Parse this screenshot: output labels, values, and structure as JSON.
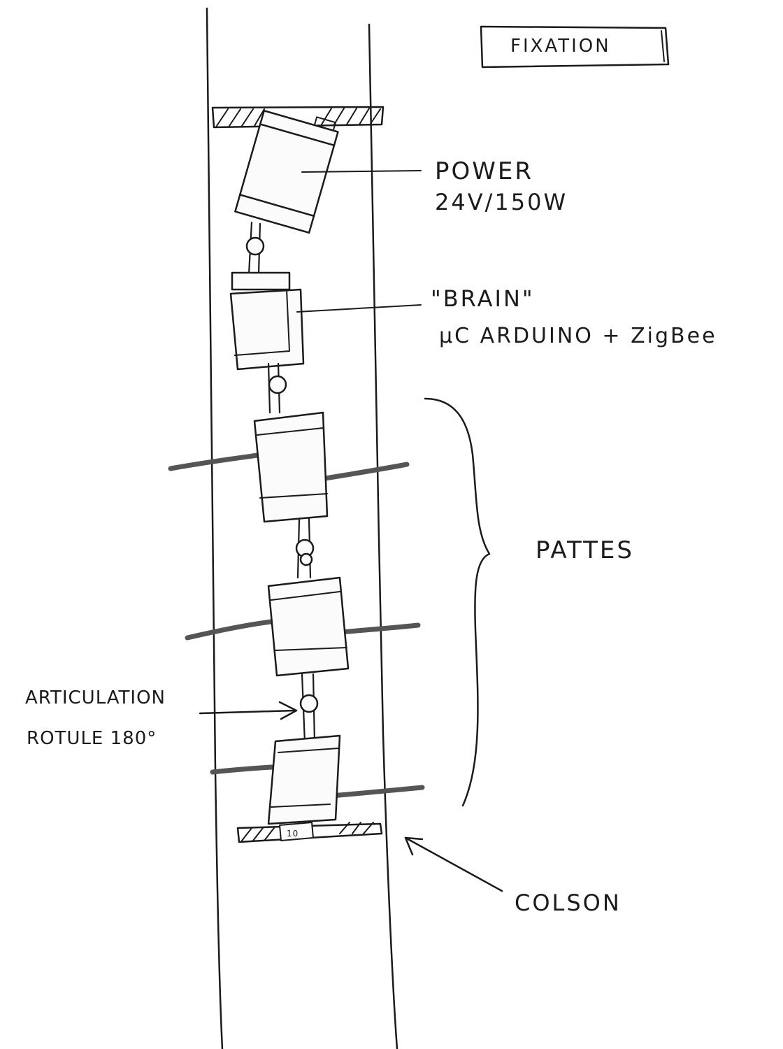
{
  "labels": {
    "fixation": "FIXATION",
    "power_title": "POWER",
    "power_spec": "24V/150W",
    "brain_title": "\"BRAIN\"",
    "brain_spec": "μC ARDUINO + ZigBee",
    "pattes": "PATTES",
    "articulation_line1": "ARTICULATION",
    "articulation_line2": "ROTULE 180°",
    "colson": "COLSON",
    "tag_number": "10"
  }
}
